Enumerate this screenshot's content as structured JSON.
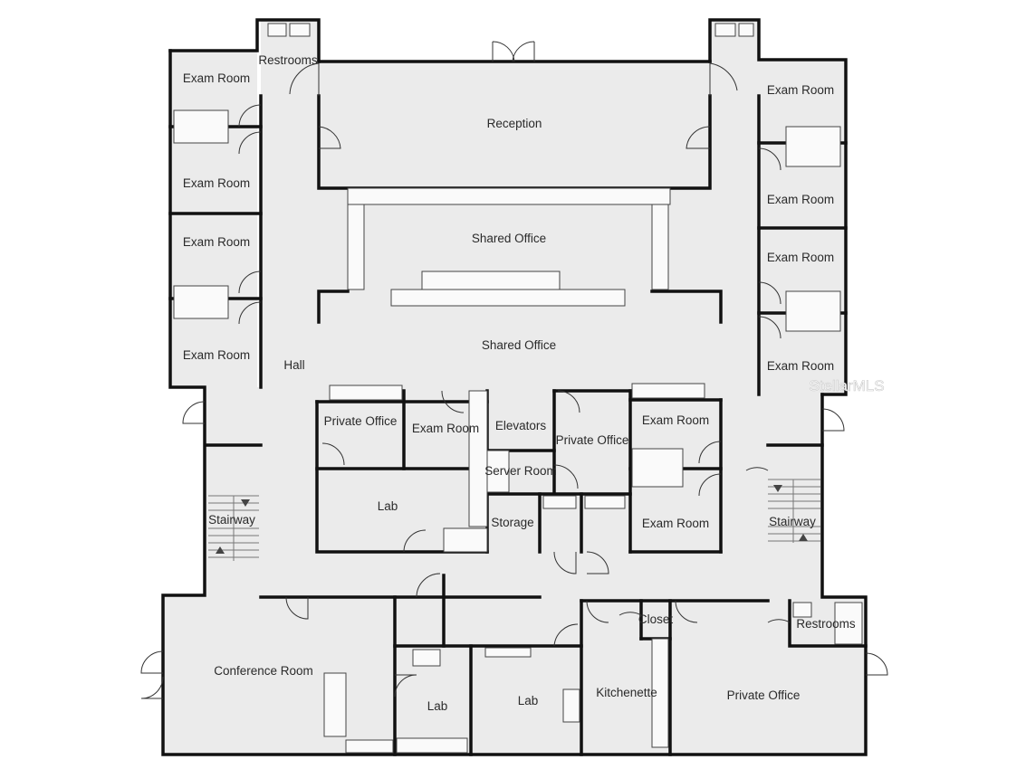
{
  "rooms": {
    "restrooms_top": "Restrooms",
    "reception": "Reception",
    "shared_office_upper": "Shared Office",
    "shared_office_lower": "Shared Office",
    "hall": "Hall",
    "exam_l1": "Exam Room",
    "exam_l2": "Exam Room",
    "exam_l3": "Exam Room",
    "exam_l4": "Exam Room",
    "exam_r1": "Exam Room",
    "exam_r2": "Exam Room",
    "exam_r3": "Exam Room",
    "exam_r4": "Exam Room",
    "private_office_left": "Private Office",
    "exam_center": "Exam Room",
    "elevators": "Elevators",
    "private_office_center": "Private Office",
    "exam_cr1": "Exam Room",
    "server_room": "Server Room",
    "lab_main": "Lab",
    "storage": "Storage",
    "exam_cr2": "Exam Room",
    "stairway_left": "Stairway",
    "stairway_right": "Stairway",
    "conference_room": "Conference Room",
    "lab_small": "Lab",
    "lab_bottom": "Lab",
    "closet": "Closet",
    "kitchenette": "Kitchenette",
    "restrooms_right": "Restrooms",
    "private_office_right": "Private Office"
  },
  "watermark": "StellarMLS"
}
